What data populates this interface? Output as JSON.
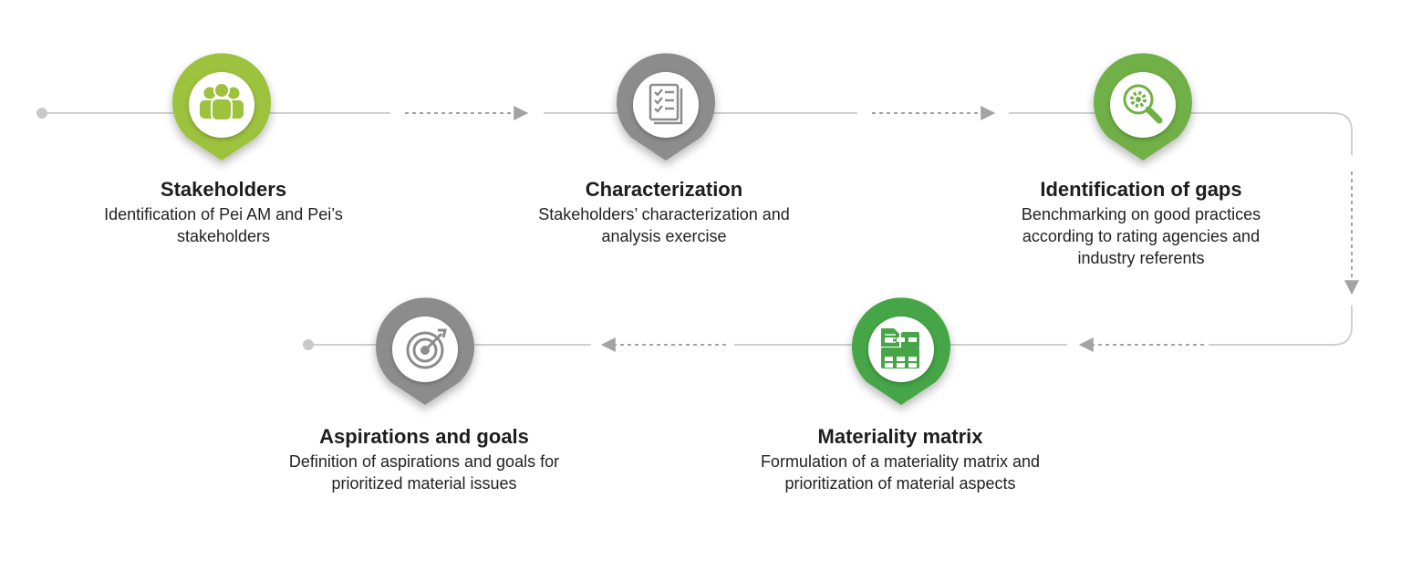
{
  "colors": {
    "green_light": "#9dc23d",
    "green_mid": "#6fb046",
    "green_dark": "#45a547",
    "gray": "#8c8c8c",
    "line": "#cfcfcf",
    "arrow": "#a3a3a3"
  },
  "steps": [
    {
      "title": "Stakeholders",
      "desc": "Identification of Pei AM and Pei’s stakeholders",
      "icon": "people-group-icon",
      "color": "#9dc23d"
    },
    {
      "title": "Characterization",
      "desc": "Stakeholders’ characterization and analysis exercise",
      "icon": "checklist-icon",
      "color": "#8c8c8c"
    },
    {
      "title": "Identification of gaps",
      "desc": "Benchmarking on good practices according to rating agencies and industry referents",
      "icon": "magnifier-gear-icon",
      "color": "#6fb046"
    },
    {
      "title": "Materiality matrix",
      "desc": "Formulation of a materiality matrix and prioritization of material aspects",
      "icon": "matrix-document-icon",
      "color": "#45a547"
    },
    {
      "title": "Aspirations and goals",
      "desc": "Definition of aspirations and goals for prioritized material issues",
      "icon": "target-icon",
      "color": "#8c8c8c"
    }
  ]
}
